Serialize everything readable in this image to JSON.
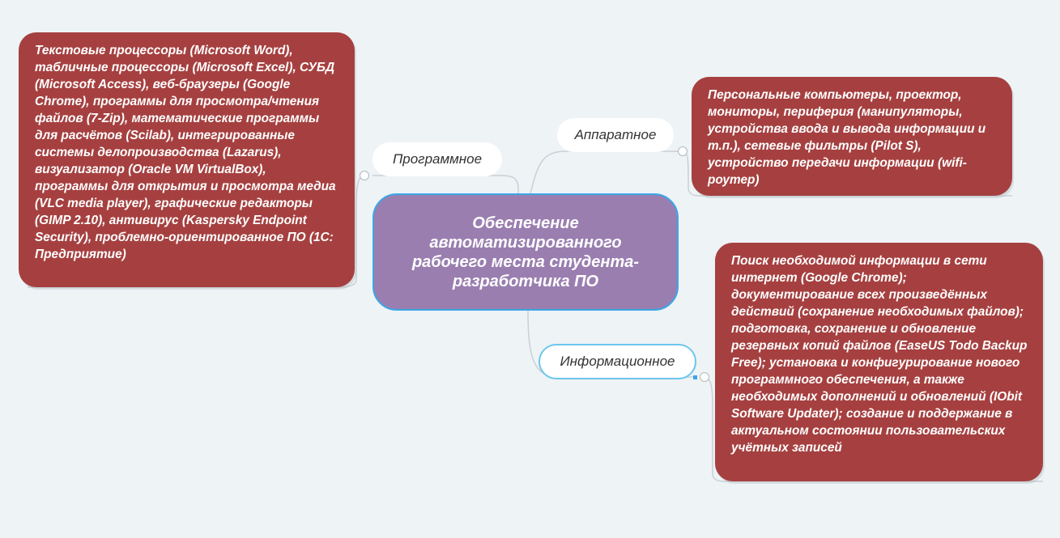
{
  "central": {
    "title": "Обеспечение автоматизированного рабочего места студента-разработчика ПО"
  },
  "branches": {
    "software": {
      "label": "Программное",
      "detail": "Текстовые процессоры (Microsoft Word), табличные процессоры (Microsoft Excel), СУБД (Microsoft Access), веб-браузеры (Google Chrome), программы для просмотра/чтения файлов (7-Zip), математические программы для расчётов (Scilab), интегрированные системы делопроизводства (Lazarus), визуализатор (Oracle VM VirtualBox), программы для открытия и просмотра медиа (VLC media player), графические редакторы (GIMP 2.10), антивирус (Kaspersky Endpoint Security), проблемно-ориентированное ПО (1C: Предприятие)"
    },
    "hardware": {
      "label": "Аппаратное",
      "detail": "Персональные компьютеры, проектор, мониторы, периферия (манипуляторы, устройства ввода и вывода информации и т.п.), сетевые фильтры (Pilot S), устройство передачи информации (wifi-роутер)"
    },
    "information": {
      "label": "Информационное",
      "detail": "Поиск необходимой информации в сети интернет (Google Chrome); документирование всех произведённых действий (сохранение необходимых файлов); подготовка, сохранение и обновление резервных копий файлов (EaseUS Todo Backup Free); установка и конфигурирование нового программного обеспечения, а также необходимых дополнений и обновлений (IObit Software Updater); создание и поддержание в актуальном состоянии пользовательских учётных записей"
    }
  },
  "colors": {
    "background": "#eef3f6",
    "central_fill": "#9a7eb0",
    "central_border": "#3aa7e6",
    "detail_fill": "#a64040",
    "connector": "#c9d0d4"
  }
}
